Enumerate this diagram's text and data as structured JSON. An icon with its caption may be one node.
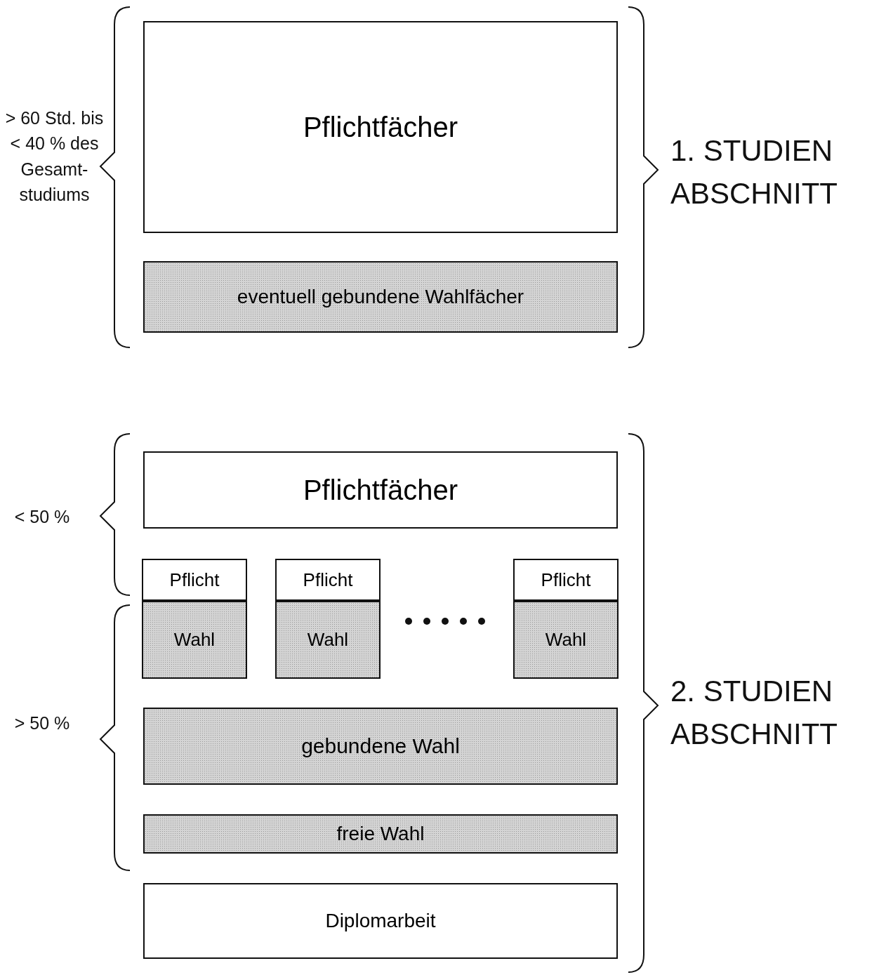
{
  "diagram": {
    "nodes": [
      {
        "text": [
          "Pflichtfächer"
        ]
      },
      {
        "text": [
          "eventuell gebundene Wahlfächer"
        ]
      },
      {
        "text": [
          "Pflichtfächer"
        ]
      },
      {
        "text": [
          "Pflicht"
        ]
      },
      {
        "text": [
          "Wahl"
        ]
      },
      {
        "text": [
          "Pflicht"
        ]
      },
      {
        "text": [
          "Wahl"
        ]
      },
      {
        "text": [
          "Pflicht"
        ]
      },
      {
        "text": [
          "Wahl"
        ]
      },
      {
        "text": [
          "gebundene Wahl"
        ]
      },
      {
        "text": [
          "freie Wahl"
        ]
      },
      {
        "text": [
          "Diplomarbeit"
        ]
      }
    ],
    "edges": [],
    "labels": [
      "> 60 Std. bis < 40 % des Gesamt- studiums",
      "1. STUDIEN ABSCHNITT",
      "< 50 %",
      "> 50 %",
      "2. STUDIEN ABSCHNITT"
    ]
  }
}
